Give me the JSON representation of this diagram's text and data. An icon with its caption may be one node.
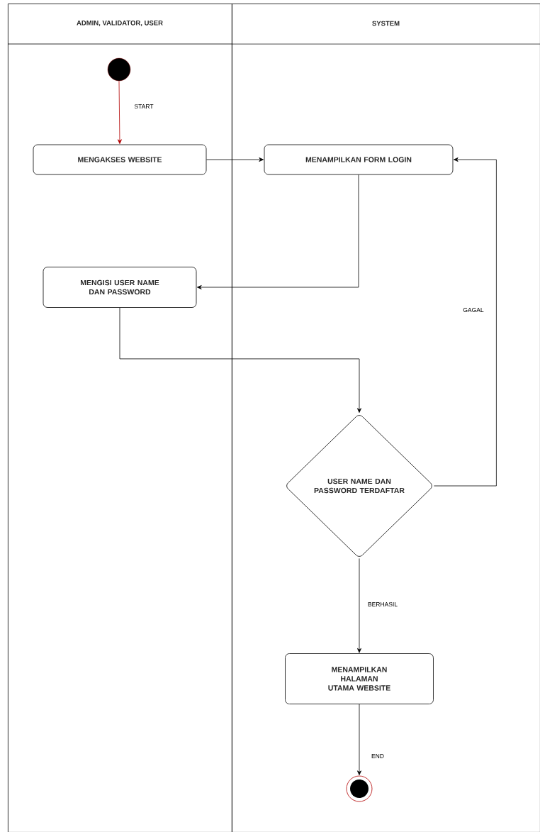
{
  "diagram": {
    "nodes": [
      {
        "text": [
          "ADMIN, VALIDATOR, USER"
        ]
      },
      {
        "text": [
          "SYSTEM"
        ]
      },
      {
        "text": [],
        "shape": "circle",
        "in": 0
      },
      {
        "text": [
          "MENGAKSES WEBSITE"
        ],
        "in": 0
      },
      {
        "text": [
          "MENAMPILKAN FORM LOGIN"
        ],
        "in": 1
      },
      {
        "text": [
          "MENGISI USER NAME DAN PASSWORD"
        ],
        "in": 0
      },
      {
        "text": [
          "USER NAME DAN PASSWORD TERDAFTAR"
        ],
        "in": 1
      },
      {
        "text": [
          "MENAMPILKAN HALAMAN UTAMA WEBSITE"
        ],
        "in": 1
      },
      {
        "text": [],
        "shape": "circle",
        "in": 1
      }
    ],
    "edges": [
      {
        "from": 2,
        "to": 3,
        "arrow": "to",
        "label": "START",
        "color": "#b20000"
      },
      {
        "from": 3,
        "to": 4,
        "arrow": "to"
      },
      {
        "from": 4,
        "to": 5,
        "arrow": "to"
      },
      {
        "from": 5,
        "to": 6,
        "arrow": "to"
      },
      {
        "from": 6,
        "to": 4,
        "arrow": "to",
        "label": "GAGAL"
      },
      {
        "from": 6,
        "to": 7,
        "arrow": "to",
        "label": "BERHASIL"
      },
      {
        "from": 7,
        "to": 8,
        "arrow": "to",
        "label": "END"
      }
    ]
  }
}
